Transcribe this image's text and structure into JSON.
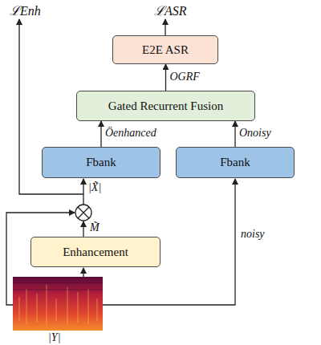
{
  "diagram": {
    "nodes": [
      {
        "text": [
          "E2E ASR"
        ]
      },
      {
        "text": [
          "Gated Recurrent Fusion"
        ]
      },
      {
        "text": [
          "Fbank"
        ]
      },
      {
        "text": [
          "Fbank"
        ]
      },
      {
        "text": [
          "Enhancement"
        ]
      }
    ],
    "edges": [
      {
        "from": 1,
        "to": 0,
        "arrow": "to",
        "label": "OGRF"
      },
      {
        "from": 2,
        "to": 1,
        "arrow": "to",
        "label": "Öenhanced"
      },
      {
        "from": 3,
        "to": 1,
        "arrow": "to",
        "label": "Onoisy"
      }
    ],
    "labels": [
      "ℒEnh",
      "ℒASR",
      "|X̃|",
      "M̃",
      "|Y|",
      "noisy"
    ]
  }
}
